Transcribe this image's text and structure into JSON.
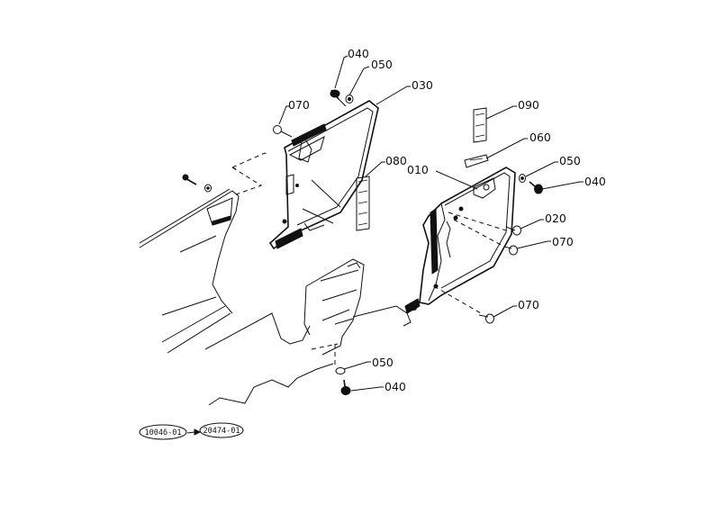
{
  "parts": [
    {
      "id": "p040a",
      "label": "040"
    },
    {
      "id": "p050a",
      "label": "050"
    },
    {
      "id": "p030",
      "label": "030"
    },
    {
      "id": "p070a",
      "label": "070"
    },
    {
      "id": "p090",
      "label": "090"
    },
    {
      "id": "p060",
      "label": "060"
    },
    {
      "id": "p080",
      "label": "080"
    },
    {
      "id": "p010",
      "label": "010"
    },
    {
      "id": "p050b",
      "label": "050"
    },
    {
      "id": "p040b",
      "label": "040"
    },
    {
      "id": "p020",
      "label": "020"
    },
    {
      "id": "p070b",
      "label": "070"
    },
    {
      "id": "p070c",
      "label": "070"
    },
    {
      "id": "p050c",
      "label": "050"
    },
    {
      "id": "p040c",
      "label": "040"
    }
  ],
  "references": {
    "from": "10046-01",
    "to": "20474-01"
  }
}
